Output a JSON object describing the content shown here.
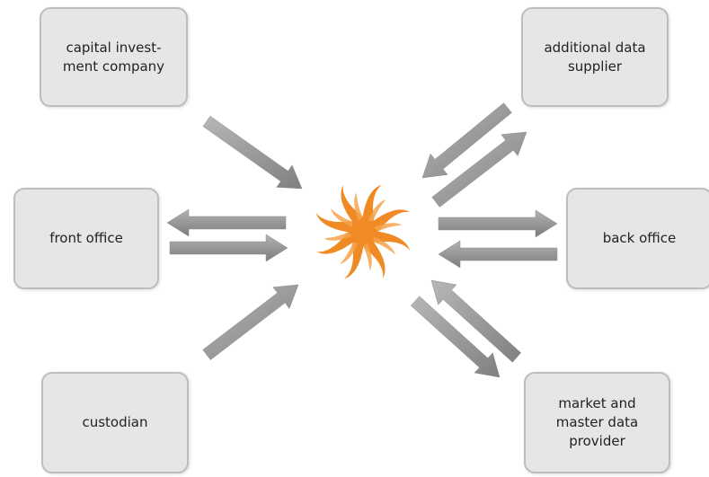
{
  "nodes": {
    "capital": [
      "capital invest-",
      "ment company"
    ],
    "additional": [
      "additional data",
      "supplier"
    ],
    "front": [
      "front office"
    ],
    "back": [
      "back office"
    ],
    "custodian": [
      "custodian"
    ],
    "market": [
      "market and",
      "master data",
      "provider"
    ]
  },
  "colors": {
    "box_fill": "#e6e6e6",
    "box_border": "#bdbdbd",
    "arrow": "#8c8c8c",
    "swirl": "#f08a24"
  },
  "icons": {
    "center": "orange-swirl-icon"
  }
}
